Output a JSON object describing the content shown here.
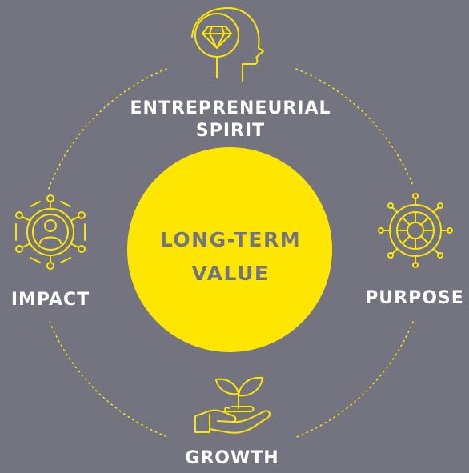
{
  "center": {
    "line1": "LONG-TERM",
    "line2": "VALUE"
  },
  "nodes": {
    "top": {
      "line1": "ENTREPRENEURIAL",
      "line2": "SPIRIT",
      "icon": "diamond-head-icon"
    },
    "left": {
      "label": "IMPACT",
      "icon": "person-network-icon"
    },
    "right": {
      "label": "PURPOSE",
      "icon": "ship-wheel-icon"
    },
    "bottom": {
      "label": "GROWTH",
      "icon": "hand-seedling-icon"
    }
  },
  "colors": {
    "background": "#747480",
    "accent": "#ffe600",
    "text": "#ffffff",
    "center_text": "#747480"
  }
}
